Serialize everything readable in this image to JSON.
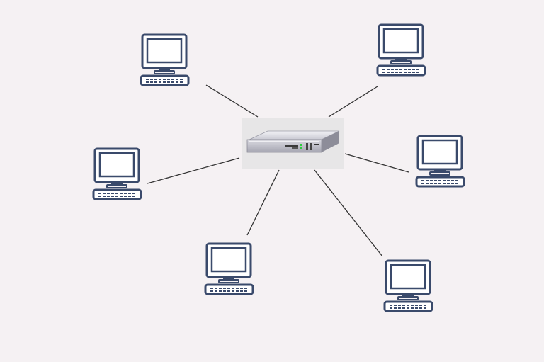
{
  "diagram": {
    "topology": "star",
    "hub": {
      "icon": "server-icon"
    },
    "nodes": [
      {
        "id": "computer-top-left",
        "icon": "computer-icon"
      },
      {
        "id": "computer-top-right",
        "icon": "computer-icon"
      },
      {
        "id": "computer-middle-left",
        "icon": "computer-icon"
      },
      {
        "id": "computer-middle-right",
        "icon": "computer-icon"
      },
      {
        "id": "computer-bottom-left",
        "icon": "computer-icon"
      },
      {
        "id": "computer-bottom-right",
        "icon": "computer-icon"
      }
    ],
    "colors": {
      "background": "#f5f1f3",
      "computer_outline": "#3a4a6b",
      "connection_line": "#333333",
      "server_panel": "#e7e6e7"
    }
  }
}
